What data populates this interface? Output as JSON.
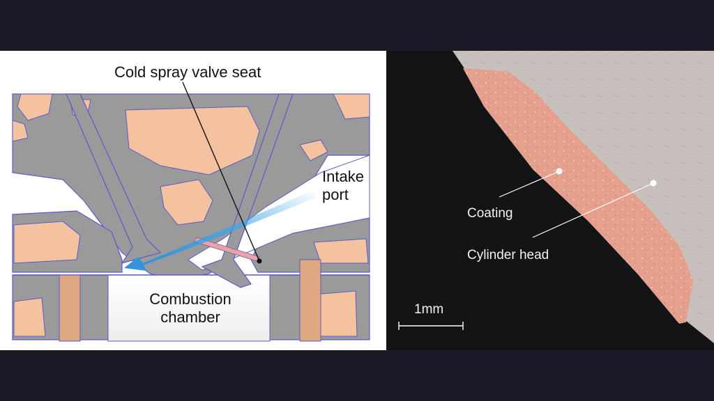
{
  "diagram": {
    "labels": {
      "valve_seat": "Cold spray valve seat",
      "intake": "Intake port",
      "chamber": "Combustion chamber"
    }
  },
  "micrograph": {
    "labels": {
      "coating": "Coating",
      "cylinder_head": "Cylinder head",
      "scale_bar": "1mm"
    }
  },
  "colors": {
    "background": "#1b1a26",
    "metal_gray": "#9a9a9a",
    "copper_core": "#f4c29e",
    "outline_blue": "#5a5ac8",
    "flow_arrow": "#3aa5e8",
    "coating_pink": "#e4a08c",
    "head_light": "#c8c0bc"
  }
}
